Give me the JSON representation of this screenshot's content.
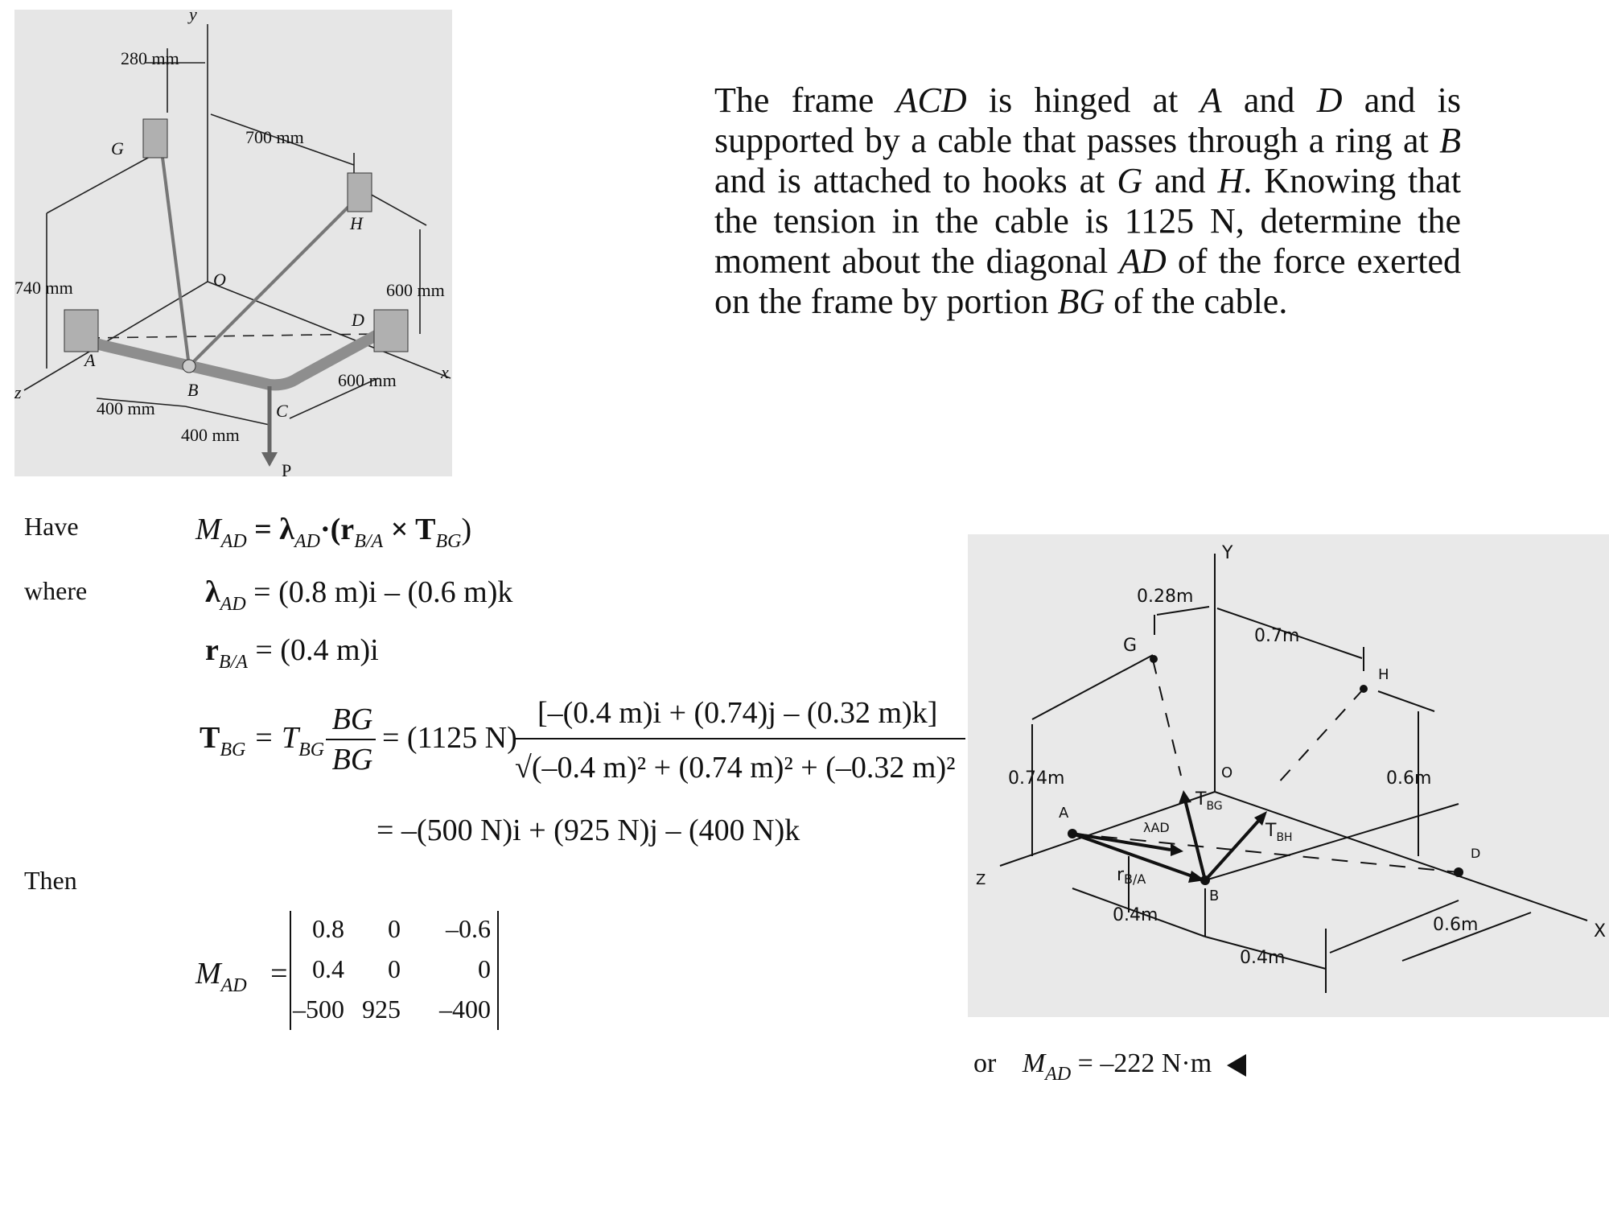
{
  "problem": {
    "parts": [
      "The frame ",
      "ACD",
      " is hinged at ",
      "A",
      " and ",
      "D",
      " and is supported by a cable that passes through a ring at ",
      "B",
      " and is attached to hooks at ",
      "G",
      " and ",
      "H",
      ". Knowing that the tension in the cable is 1125 N, determine the moment about the diagonal ",
      "AD",
      " of the force exerted on the frame by portion ",
      "BG",
      " of the cable."
    ]
  },
  "figure": {
    "dims": [
      "280 mm",
      "700 mm",
      "740 mm",
      "600 mm",
      "600 mm",
      "400 mm",
      "400 mm"
    ],
    "points": [
      "G",
      "H",
      "O",
      "A",
      "B",
      "C",
      "D",
      "P",
      "x",
      "y",
      "z"
    ]
  },
  "solution": {
    "have": "Have",
    "where": "where",
    "then": "Then",
    "eq1": {
      "lhs": "M",
      "lhs_sub": "AD",
      "rhs": "= λ",
      "rhs_sub": "AD",
      "rhs2": "·(r",
      "rhs2_sub": "B/A",
      "rhs3": " × T",
      "rhs3_sub": "BG",
      "rhs4": ")"
    },
    "eq2": {
      "lhs": "λ",
      "lhs_sub": "AD",
      "rhs": "= (0.8 m)i – (0.6 m)k"
    },
    "eq3": {
      "lhs": "r",
      "lhs_sub": "B/A",
      "rhs": "= (0.4 m)i"
    },
    "eq4": {
      "lhs": "T",
      "lhs_sub": "BG",
      "eq": "= T",
      "eq_sub": "BG",
      "frac_num": "BG",
      "frac_den": "BG",
      "coef": "= (1125 N)",
      "num": "[–(0.4 m)i + (0.74)j – (0.32 m)k]",
      "den": "√(–0.4 m)² + (0.74 m)² + (–0.32 m)²"
    },
    "eq5": "= –(500 N)i + (925 N)j – (400 N)k",
    "matrix_lhs": "M",
    "matrix_lhs_sub": "AD",
    "matrix_eq": "=",
    "matrix": [
      [
        "0.8",
        "0",
        "–0.6"
      ],
      [
        "0.4",
        "0",
        "0"
      ],
      [
        "–500",
        "925",
        "–400"
      ]
    ],
    "answer": {
      "or": "or",
      "lhs": "M",
      "lhs_sub": "AD",
      "rhs": "= –222 N·m"
    }
  },
  "sketch": {
    "labels": [
      "Y",
      "0.28m",
      "0.7m",
      "G",
      "H",
      "0.74m",
      "O",
      "0.6m",
      "A",
      "T",
      "BG",
      "T",
      "BH",
      "λAD",
      "D",
      "Z",
      "r",
      "B/A",
      "B",
      "0.4m",
      "0.6m",
      "X",
      "0.4m"
    ]
  }
}
